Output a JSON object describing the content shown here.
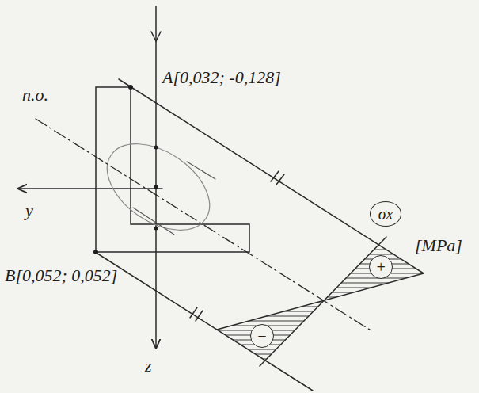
{
  "diagram": {
    "nodes": [
      {
        "text": [
          "σx"
        ]
      },
      {
        "text": [
          "+"
        ]
      },
      {
        "text": [
          "−"
        ]
      }
    ],
    "labels": [
      "A[0,032; -0,128]",
      "n.o.",
      "y",
      "B[0,052; 0,052]",
      "z",
      "[MPa]"
    ]
  }
}
